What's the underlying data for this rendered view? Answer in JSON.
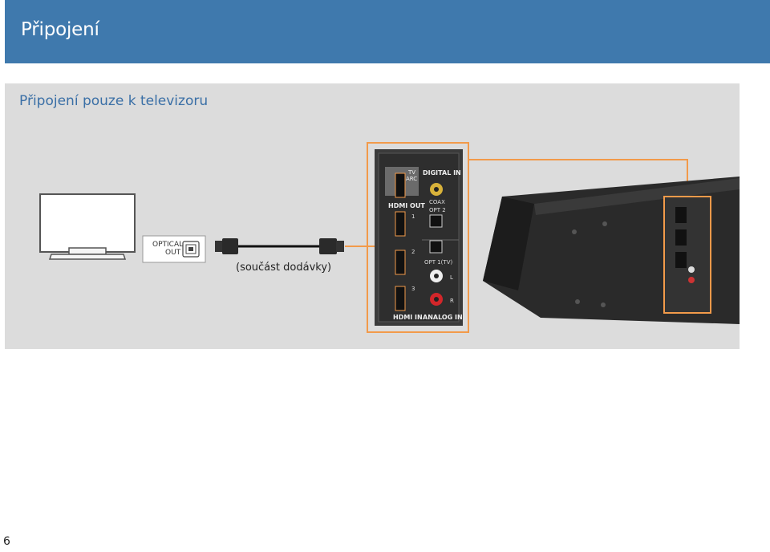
{
  "header": {
    "title": "Připojení"
  },
  "section": {
    "heading": "Připojení pouze k televizoru"
  },
  "tv_port": {
    "line1": "OPTICAL",
    "line2": "OUT"
  },
  "cable": {
    "caption": "(součást dodávky)"
  },
  "panel_labels": {
    "tv": "TV",
    "arc": "ARC",
    "hdmi_out": "HDMI OUT",
    "digital_in": "DIGITAL IN",
    "coax": "COAX",
    "opt2": "OPT 2",
    "opt1": "OPT 1(TV)",
    "hdmi_in": "HDMI IN",
    "analog_in": "ANALOG IN",
    "port1": "1",
    "port2": "2",
    "port3": "3",
    "left": "L",
    "right": "R"
  },
  "footer": {
    "page_number": "6"
  },
  "colors": {
    "header": "#3f79ad",
    "highlight": "#f29a4a",
    "heading": "#3a6fa6"
  }
}
